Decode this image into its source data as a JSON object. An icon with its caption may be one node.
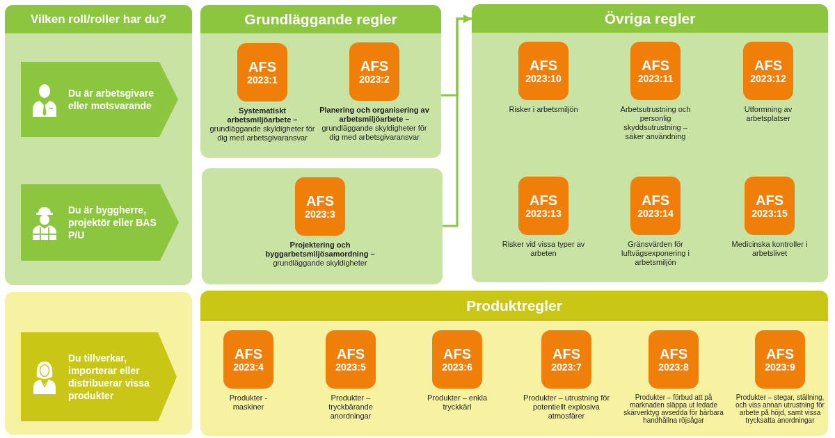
{
  "diagram": {
    "nodes": [
      {
        "text": [
          "Vilken roll/roller har du?"
        ]
      },
      {
        "text": [
          "Du är arbetsgivare eller motsvarande"
        ],
        "in": 0
      },
      {
        "text": [
          "Du är byggherre, projektör eller BAS P/U"
        ],
        "in": 0
      },
      {
        "text": [
          "Grundläggande regler"
        ]
      },
      {
        "text": [
          "AFS",
          "2023:1"
        ],
        "in": 3,
        "beside": [
          "**Systematiskt arbetsmiljöarbete –** grundläggande skyldigheter för dig med arbetsgivaransvar"
        ]
      },
      {
        "text": [
          "AFS",
          "2023:2"
        ],
        "in": 3,
        "beside": [
          "**Planering och organisering av arbetsmiljöarbete –** grundläggande skyldigheter för dig med arbetsgivaransvar"
        ]
      },
      {
        "text": [],
        "shape": "box"
      },
      {
        "text": [
          "AFS",
          "2023:3"
        ],
        "in": 6,
        "beside": [
          "**Projektering och byggarbetsmiljösamordning –** grundläggande skyldigheter"
        ]
      },
      {
        "text": [
          "Övriga regler"
        ]
      },
      {
        "text": [
          "AFS",
          "2023:10"
        ],
        "in": 8,
        "beside": [
          "Risker i arbetsmiljön"
        ]
      },
      {
        "text": [
          "AFS",
          "2023:11"
        ],
        "in": 8,
        "beside": [
          "Arbetsutrustning och personlig skyddsutrustning – säker användning"
        ]
      },
      {
        "text": [
          "AFS",
          "2023:12"
        ],
        "in": 8,
        "beside": [
          "Utformning av arbetsplatser"
        ]
      },
      {
        "text": [
          "AFS",
          "2023:13"
        ],
        "in": 8,
        "beside": [
          "Risker vid vissa typer av arbeten"
        ]
      },
      {
        "text": [
          "AFS",
          "2023:14"
        ],
        "in": 8,
        "beside": [
          "Gränsvärden för luftvägsexponering i arbetsmiljön"
        ]
      },
      {
        "text": [
          "AFS",
          "2023:15"
        ],
        "in": 8,
        "beside": [
          "Medicinska kontroller i arbetslivet"
        ]
      },
      {
        "text": [],
        "shape": "box"
      },
      {
        "text": [
          "Du tillverkar, importerar eller distribuerar vissa produkter"
        ],
        "in": 15
      },
      {
        "text": [
          "Produktregler"
        ]
      },
      {
        "text": [
          "AFS",
          "2023:4"
        ],
        "in": 17,
        "beside": [
          "Produkter - maskiner"
        ]
      },
      {
        "text": [
          "AFS",
          "2023:5"
        ],
        "in": 17,
        "beside": [
          "Produkter – tryckbärande anordningar"
        ]
      },
      {
        "text": [
          "AFS",
          "2023:6"
        ],
        "in": 17,
        "beside": [
          "Produkter – enkla tryckkärl"
        ]
      },
      {
        "text": [
          "AFS",
          "2023:7"
        ],
        "in": 17,
        "beside": [
          "Produkter – utrustning för potentiellt explosiva atmosfärer"
        ]
      },
      {
        "text": [
          "AFS",
          "2023:8"
        ],
        "in": 17,
        "beside": [
          "Produkter – förbud att på marknaden släppa ut ledade skärverktyg avsedda för bärbara handhållna röjsågar"
        ]
      },
      {
        "text": [
          "AFS",
          "2023:9"
        ],
        "in": 17,
        "beside": [
          "Produkter – stegar, ställning, och viss annan utrustning för arbete på höjd, samt vissa trycksatta anordningar"
        ]
      }
    ],
    "edges": [
      {
        "from": 3,
        "to": 8,
        "arrow": "to"
      },
      {
        "from": 6,
        "to": 8,
        "arrow": "to"
      }
    ]
  }
}
